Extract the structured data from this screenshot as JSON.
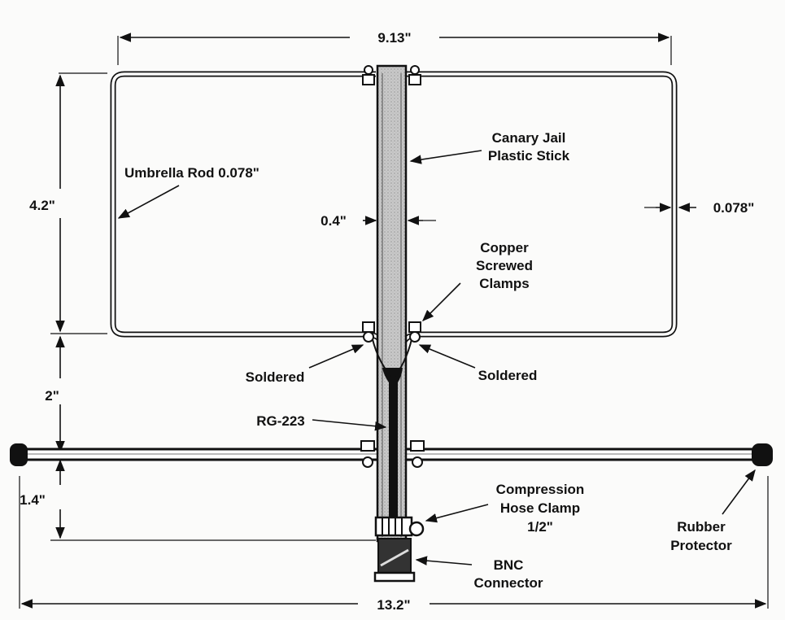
{
  "dimensions": {
    "width_top": "9.13\"",
    "loop_height": "4.2\"",
    "gap_height": "2\"",
    "lower_height": "1.4\"",
    "width_bottom": "13.2\"",
    "stick_width": "0.4\"",
    "rod_thickness": "0.078\""
  },
  "labels": {
    "plastic_stick": [
      "Canary Jail",
      "Plastic Stick"
    ],
    "umbrella_rod": "Umbrella Rod 0.078\"",
    "copper_clamps": [
      "Copper",
      "Screwed",
      "Clamps"
    ],
    "soldered_left": "Soldered",
    "soldered_right": "Soldered",
    "coax": "RG-223",
    "hose_clamp": [
      "Compression",
      "Hose Clamp",
      "1/2\""
    ],
    "bnc": [
      "BNC",
      "Connector"
    ],
    "rubber": [
      "Rubber",
      "Protector"
    ]
  }
}
